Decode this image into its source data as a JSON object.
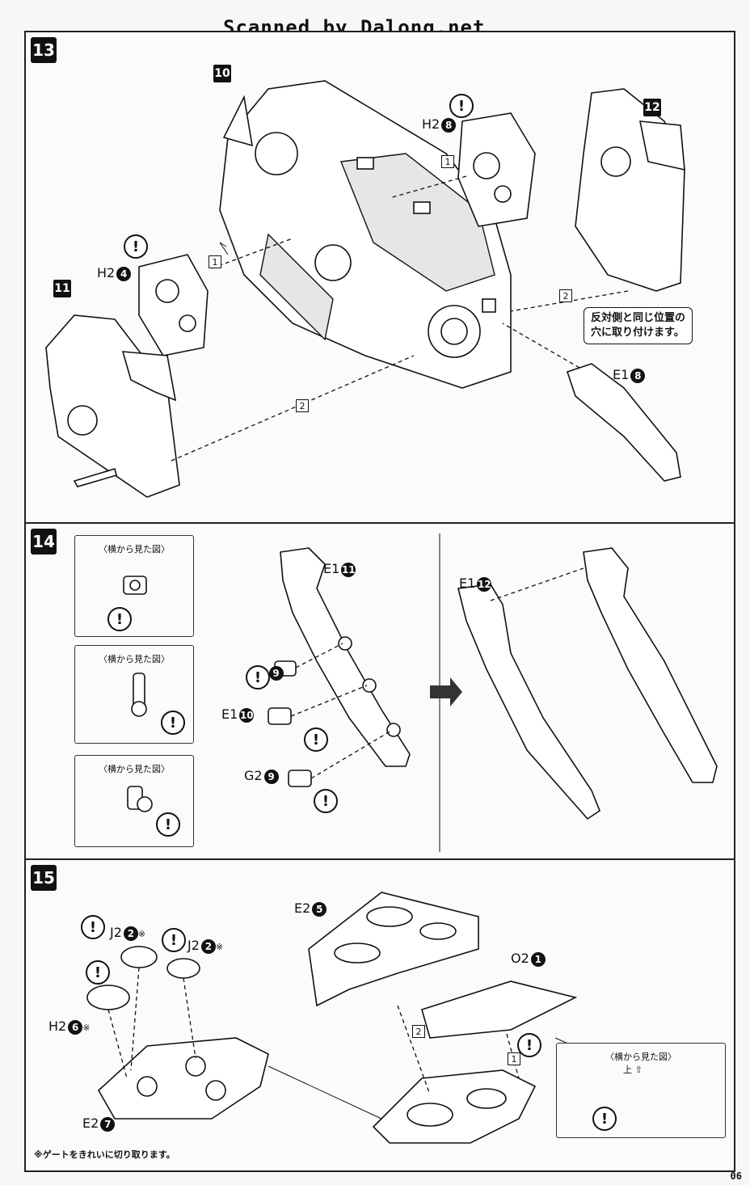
{
  "watermark": "Scanned by Dalong.net",
  "page_number": "06",
  "side_view_label": "〈横から見た図〉",
  "step13": {
    "number": "13",
    "callouts": [
      "10",
      "11",
      "12"
    ],
    "parts": [
      {
        "runner": "H2",
        "num": "8"
      },
      {
        "runner": "H2",
        "num": "4"
      },
      {
        "runner": "E1",
        "num": "8"
      }
    ],
    "seq": [
      "1",
      "1",
      "2",
      "2"
    ],
    "note_line1": "反対側と同じ位置の",
    "note_line2": "穴に取り付けます。"
  },
  "step14": {
    "number": "14",
    "parts": [
      {
        "runner": "E1",
        "num": "11"
      },
      {
        "runner": "G2",
        "num": "9"
      },
      {
        "runner": "E1",
        "num": "10"
      },
      {
        "runner": "G2",
        "num": "9"
      },
      {
        "runner": "E1",
        "num": "12"
      }
    ]
  },
  "step15": {
    "number": "15",
    "parts": [
      {
        "runner": "J2",
        "num": "2",
        "mark": "※"
      },
      {
        "runner": "J2",
        "num": "2",
        "mark": "※"
      },
      {
        "runner": "H2",
        "num": "6",
        "mark": "※"
      },
      {
        "runner": "E2",
        "num": "7"
      },
      {
        "runner": "E2",
        "num": "5"
      },
      {
        "runner": "O2",
        "num": "1"
      }
    ],
    "seq": [
      "2",
      "1"
    ],
    "up_label": "上",
    "footnote": "※ゲートをきれいに切り取ります。"
  },
  "icons": [
    "warning-icon",
    "arrow-right-icon",
    "up-arrow-icon"
  ]
}
